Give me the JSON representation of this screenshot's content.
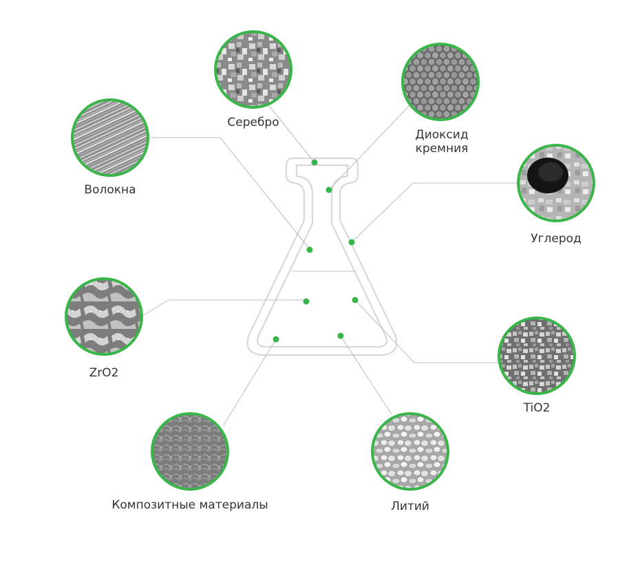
{
  "colors": {
    "accent": "#3ab54a",
    "leader_line": "#b9b9b9",
    "flask_outline": "#d6d6d6",
    "label_text": "#333333"
  },
  "materials": [
    {
      "key": "serebro",
      "label": "Серебро",
      "texture": "grainy-crystals"
    },
    {
      "key": "dioksid",
      "label": "Диоксид кремния",
      "texture": "hexagonal-spheres"
    },
    {
      "key": "volokna",
      "label": "Волокна",
      "texture": "fibers"
    },
    {
      "key": "uglerod",
      "label": "Углерод",
      "texture": "porous-cavity"
    },
    {
      "key": "zro2",
      "label": "ZrO2",
      "texture": "smooth-blobs"
    },
    {
      "key": "tio2",
      "label": "TiO2",
      "texture": "rough-crystals"
    },
    {
      "key": "kompozit",
      "label": "Композитные материалы",
      "texture": "fine-fibrous"
    },
    {
      "key": "litiy",
      "label": "Литий",
      "texture": "rounded-grains"
    }
  ]
}
